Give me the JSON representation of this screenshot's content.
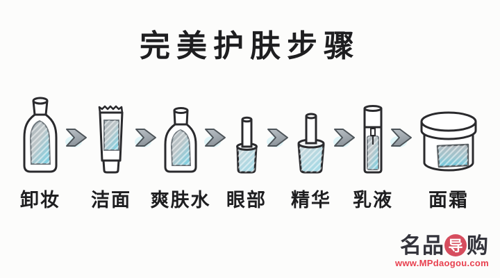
{
  "title": "完美护肤步骤",
  "steps": [
    {
      "label": "卸妆",
      "shape": "makeup-remover-bottle"
    },
    {
      "label": "洁面",
      "shape": "cleanser-tube"
    },
    {
      "label": "爽肤水",
      "shape": "toner-bottle"
    },
    {
      "label": "眼部",
      "shape": "eye-care-pot"
    },
    {
      "label": "精华",
      "shape": "essence-pot"
    },
    {
      "label": "乳液",
      "shape": "lotion-pump-bottle"
    },
    {
      "label": "面霜",
      "shape": "cream-jar"
    }
  ],
  "separator_icon": "chevron-right-icon",
  "colors": {
    "background": "#fcfcfb",
    "outline": "#2a2a2d",
    "accent_cyan": "#7fd0e2",
    "window_gray": "#aeb6ba",
    "arrow_gray": "#9aa1a8",
    "logo_dark": "#34343c",
    "logo_red": "#d64d5e",
    "url_red": "#e8404f",
    "text": "#1e1e20"
  },
  "watermark": {
    "logo_text": "名品导购",
    "logo_prefix": "名品",
    "logo_circle_char": "导",
    "logo_suffix": "购",
    "url": "www.MPdaogou.com"
  }
}
